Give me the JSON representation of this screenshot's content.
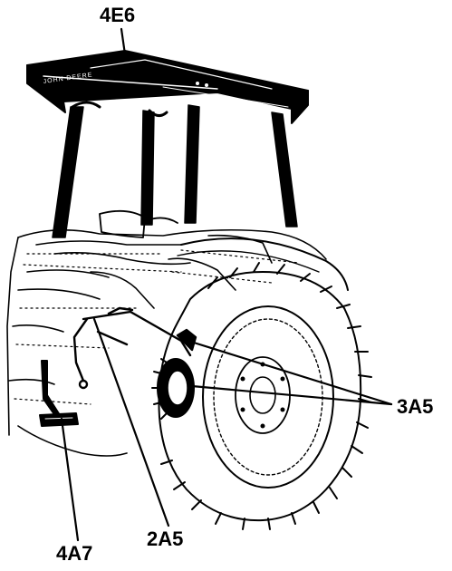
{
  "callouts": {
    "canopy": "4E6",
    "brake_assembly": "3A5",
    "brake_linkage": "2A5",
    "brake_pedal": "4A7"
  },
  "canopy_brand_text": "JOHN DEERE",
  "colors": {
    "ink": "#000000",
    "paper": "#ffffff"
  }
}
